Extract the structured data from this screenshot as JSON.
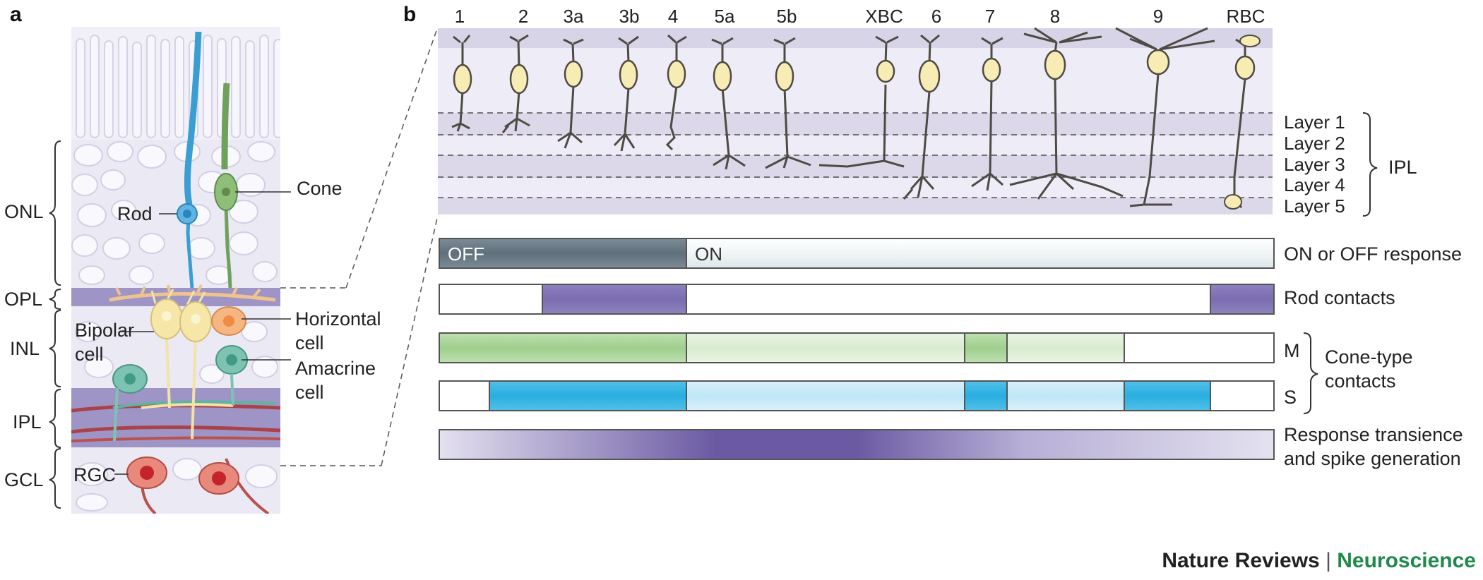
{
  "panels": {
    "a": "a",
    "b": "b"
  },
  "panel_a": {
    "layers": [
      "ONL",
      "OPL",
      "INL",
      "IPL",
      "GCL"
    ],
    "cells": {
      "rod": "Rod",
      "cone": "Cone",
      "horizontal": "Horizontal\ncell",
      "bipolar": "Bipolar\ncell",
      "amacrine": "Amacrine\ncell",
      "rgc": "RGC"
    }
  },
  "panel_b": {
    "bipolar_types": [
      "1",
      "2",
      "3a",
      "3b",
      "4",
      "5a",
      "5b",
      "XBC",
      "6",
      "7",
      "8",
      "9",
      "RBC"
    ],
    "layers": [
      "Layer 1",
      "Layer 2",
      "Layer 3",
      "Layer 4",
      "Layer 5"
    ],
    "ipl_label": "IPL",
    "rows": {
      "on_off": {
        "off_text": "OFF",
        "on_text": "ON",
        "label": "ON or OFF response"
      },
      "rod": {
        "label": "Rod contacts"
      },
      "cone_m": {
        "label": "M"
      },
      "cone_s": {
        "label": "S"
      },
      "cone_group": {
        "label": "Cone-type\ncontacts"
      },
      "transience": {
        "label": "Response transience\nand spike generation"
      }
    }
  },
  "colors": {
    "off_bar": "#5f707c",
    "rod_contact": "#7b6db0",
    "m_strong": "#9fcf8d",
    "m_weak": "#d8ecd0",
    "s_strong": "#29aee0",
    "s_weak": "#bfe6f7",
    "transience_peak": "#6b5aa3",
    "layer_band": "#d8d4e8"
  },
  "footer": {
    "journal": "Nature Reviews",
    "separator": "|",
    "section": "Neuroscience"
  }
}
